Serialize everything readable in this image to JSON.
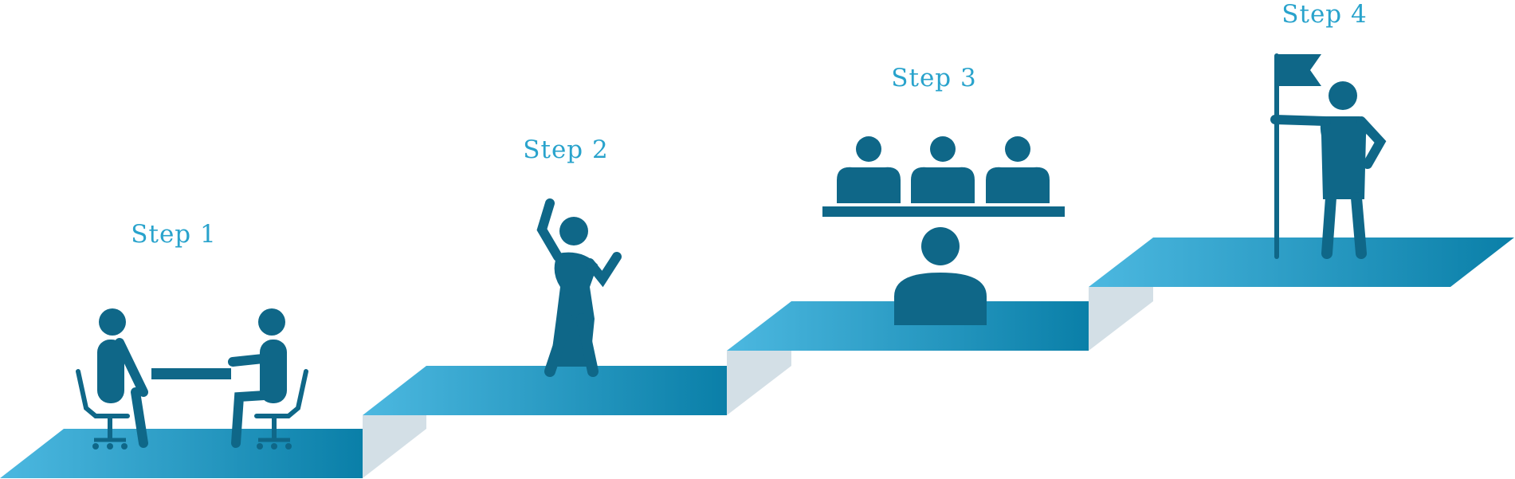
{
  "steps": [
    {
      "label": "Step 1",
      "scene": "two people seated at a table (interview)"
    },
    {
      "label": "Step 2",
      "scene": "person waving"
    },
    {
      "label": "Step 3",
      "scene": "candidate facing a panel of three"
    },
    {
      "label": "Step 4",
      "scene": "person holding a flag"
    }
  ],
  "colors": {
    "label": "#29a3cc",
    "figure": "#0f6788",
    "platform_light": "#4cb8e0",
    "platform_dark": "#0a7fa8",
    "riser": "#d3dfe6"
  },
  "icons": [
    "interview-icon",
    "waving-person-icon",
    "panel-interview-icon",
    "flag-holder-icon"
  ]
}
